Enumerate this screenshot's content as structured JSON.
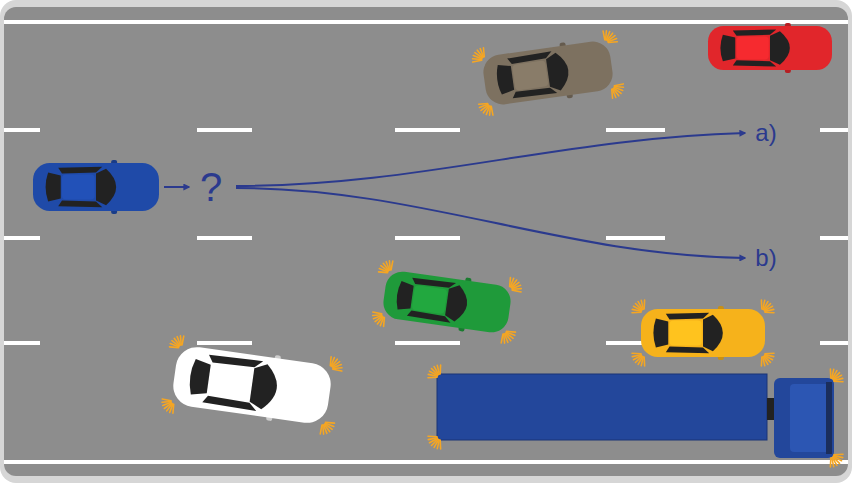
{
  "diagram": {
    "labels": [
      "?",
      "a)",
      "b)"
    ]
  }
}
